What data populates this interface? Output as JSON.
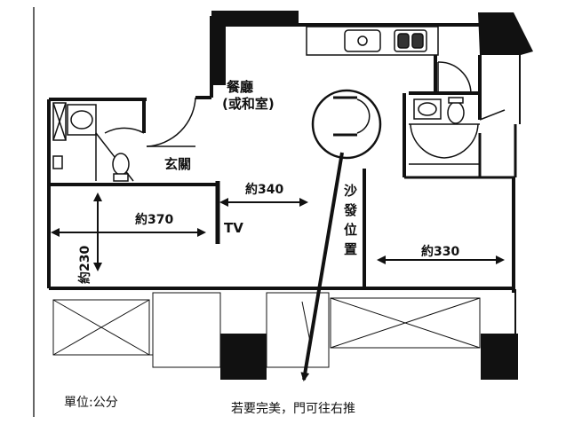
{
  "rooms": {
    "dining": "餐廳",
    "dining_alt": "(或和室)",
    "entrance": "玄關",
    "tv": "TV",
    "sofa": [
      "沙",
      "發",
      "位",
      "置"
    ]
  },
  "dimensions": {
    "living_width": "約340",
    "left_room_width": "約370",
    "left_room_depth": "約230",
    "right_room_width": "約330"
  },
  "notes": {
    "unit": "單位:公分",
    "door_advice": "若要完美，門可往右推"
  }
}
